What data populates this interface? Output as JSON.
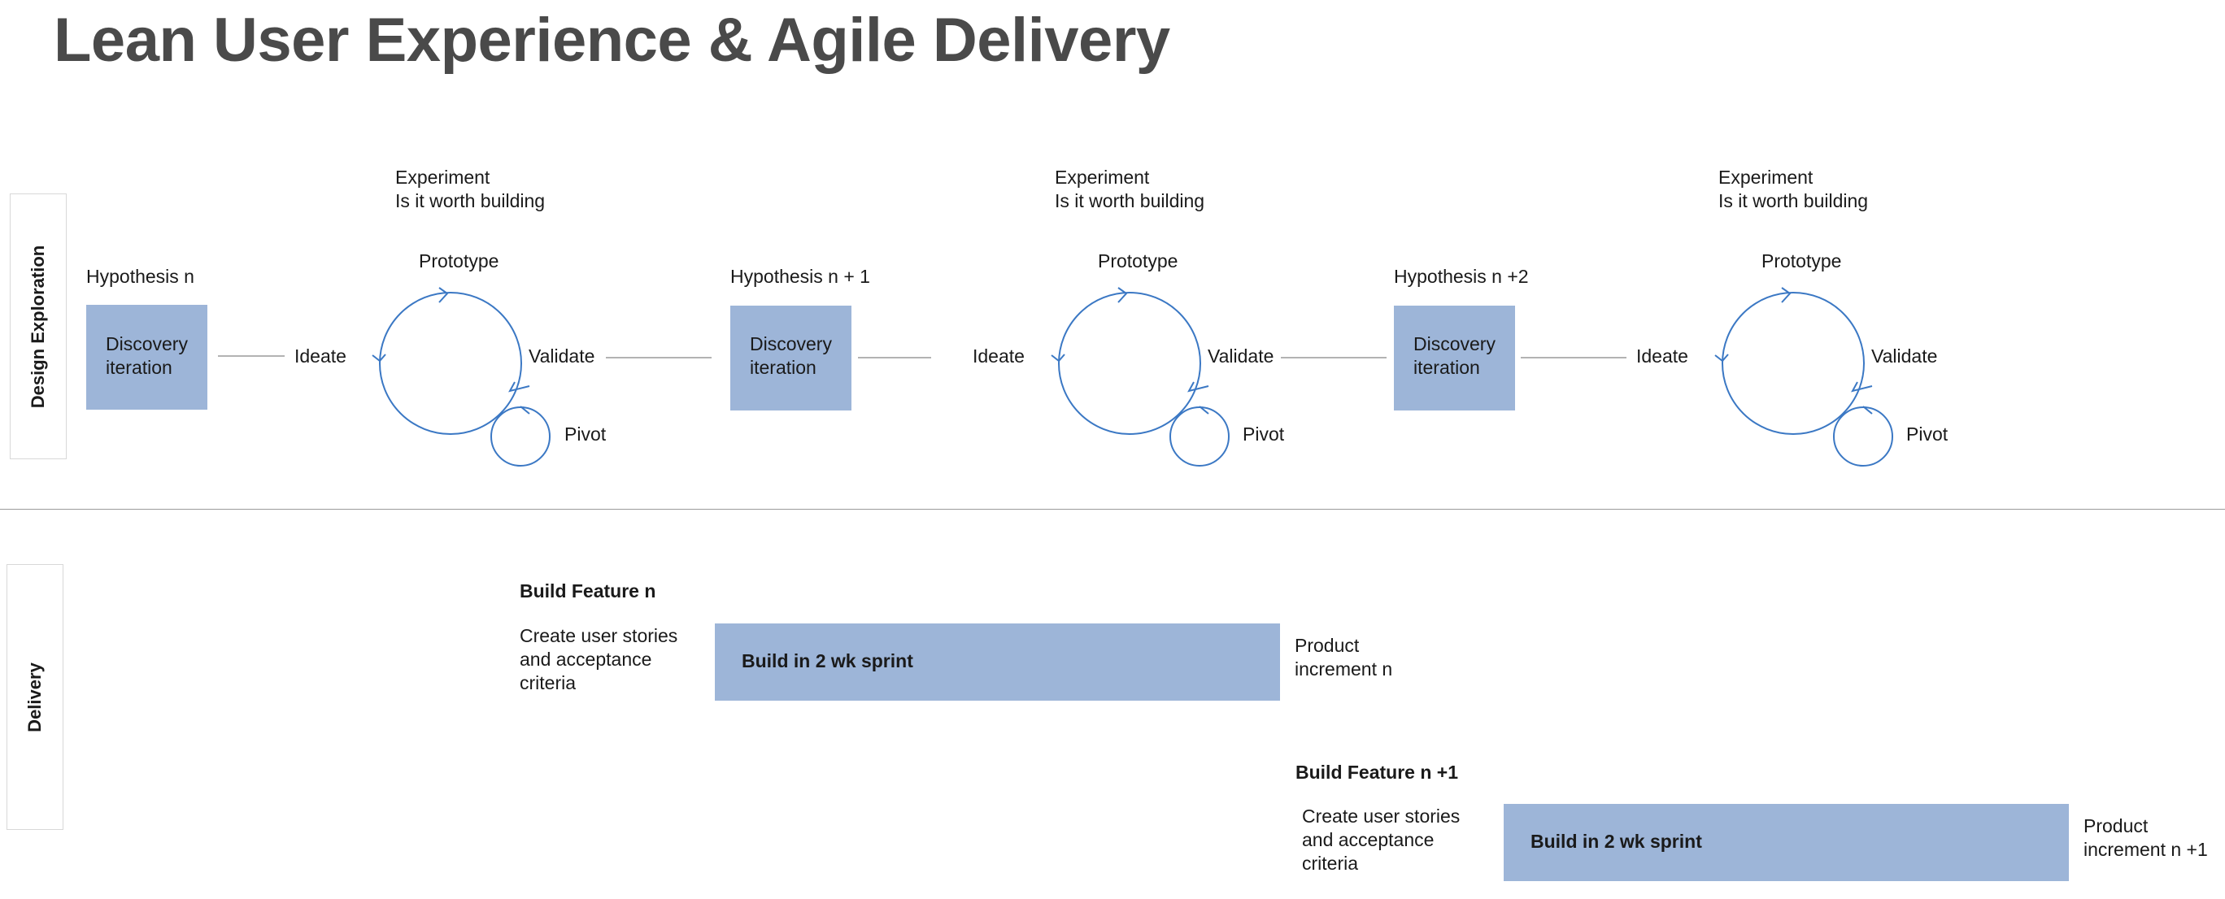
{
  "title": "Lean User Experience & Agile Delivery",
  "lanes": {
    "design": "Design Exploration",
    "delivery": "Delivery"
  },
  "cycles": [
    {
      "hypothesis": "Hypothesis n",
      "box": "Discovery\niteration",
      "ideate": "Ideate",
      "experiment": "Experiment\nIs it worth building",
      "prototype": "Prototype",
      "validate": "Validate",
      "pivot": "Pivot"
    },
    {
      "hypothesis": "Hypothesis n + 1",
      "box": "Discovery\niteration",
      "ideate": "Ideate",
      "experiment": "Experiment\nIs it worth building",
      "prototype": "Prototype",
      "validate": "Validate",
      "pivot": "Pivot"
    },
    {
      "hypothesis": "Hypothesis n +2",
      "box": "Discovery\niteration",
      "ideate": "Ideate",
      "experiment": "Experiment\nIs it worth building",
      "prototype": "Prototype",
      "validate": "Validate",
      "pivot": "Pivot"
    }
  ],
  "features": [
    {
      "heading": "Build Feature n",
      "stories": "Create user stories\nand acceptance\ncriteria",
      "sprint": "Build in 2 wk sprint",
      "increment": "Product\nincrement n"
    },
    {
      "heading": "Build Feature n +1",
      "stories": "Create user stories\nand acceptance\ncriteria",
      "sprint": "Build in 2 wk sprint",
      "increment": "Product\nincrement n +1"
    }
  ],
  "colors": {
    "box": "#9db5d8",
    "cycle_stroke": "#3b78c4",
    "connector": "#9a9a9a",
    "title": "#4a4a4a"
  }
}
